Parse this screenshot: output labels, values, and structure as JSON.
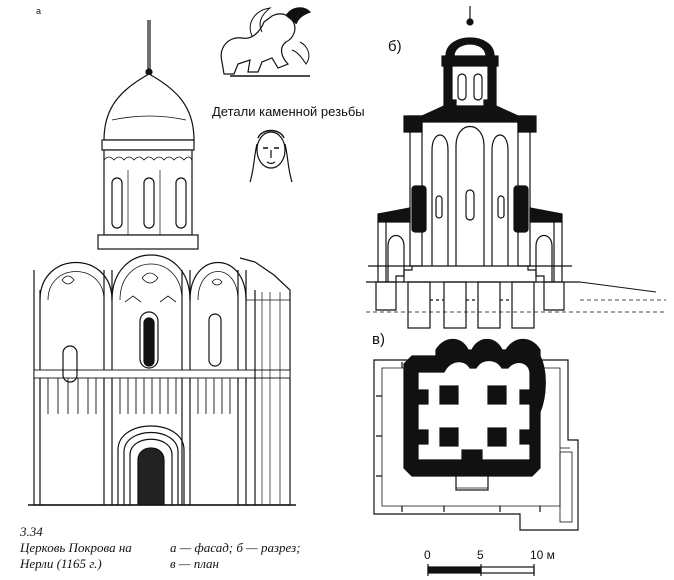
{
  "labels": {
    "a_mark": "а",
    "b_mark": "б)",
    "v_mark": "в)",
    "detail": "Детали каменной резьбы"
  },
  "caption": {
    "number": "3.34",
    "line1": "Церковь Покрова на",
    "line2": "Нерли (1165 г.)",
    "legend1": "а — фасад; б — разрез;",
    "legend2": "в — план"
  },
  "scale": {
    "t0": "0",
    "t5": "5",
    "t10": "10 м"
  },
  "colors": {
    "ink": "#111111",
    "paper": "#ffffff",
    "hatch": "#555555"
  }
}
